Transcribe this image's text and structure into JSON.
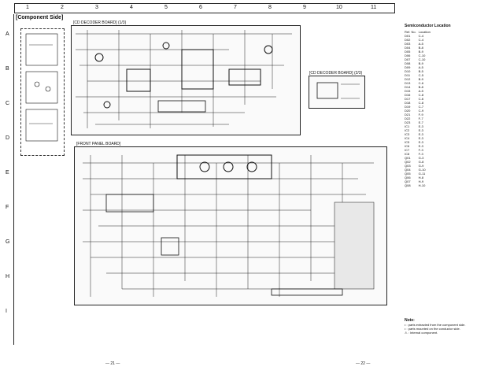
{
  "grid": {
    "columns": [
      "1",
      "2",
      "3",
      "4",
      "5",
      "6",
      "7",
      "8",
      "9",
      "10",
      "11"
    ],
    "rows": [
      "A",
      "B",
      "C",
      "D",
      "E",
      "F",
      "G",
      "H",
      "I"
    ]
  },
  "header": {
    "title": "[Component Side]"
  },
  "boards": {
    "cd_decoder_main": "[CD DECODER BOARD] (1/3)",
    "cd_decoder_sub": "[CD DECODER BOARD] (2/3)",
    "front_panel": "[FRONT PANEL BOARD]"
  },
  "side_table": {
    "title": "Semiconductor Location",
    "col1": "Ref. No.",
    "col2": "Location",
    "rows": [
      [
        "D01",
        "C-4"
      ],
      [
        "D02",
        "C-4"
      ],
      [
        "D03",
        "A-5"
      ],
      [
        "D04",
        "B-8"
      ],
      [
        "D05",
        "B-9"
      ],
      [
        "D06",
        "C-10"
      ],
      [
        "D07",
        "C-10"
      ],
      [
        "D08",
        "B-9"
      ],
      [
        "D09",
        "A-5"
      ],
      [
        "D10",
        "B-5"
      ],
      [
        "D11",
        "C-5"
      ],
      [
        "D12",
        "B-9"
      ],
      [
        "D13",
        "C-6"
      ],
      [
        "D14",
        "B-8"
      ],
      [
        "D15",
        "A-5"
      ],
      [
        "D16",
        "C-8"
      ],
      [
        "D17",
        "C-6"
      ],
      [
        "D18",
        "C-8"
      ],
      [
        "D19",
        "C-7"
      ],
      [
        "D20",
        "C-9"
      ],
      [
        "D21",
        "F-9"
      ],
      [
        "D22",
        "F-7"
      ],
      [
        "D23",
        "E-7"
      ],
      [
        "IC1",
        "E-3"
      ],
      [
        "IC2",
        "E-3"
      ],
      [
        "IC3",
        "E-3"
      ],
      [
        "IC4",
        "E-3"
      ],
      [
        "IC5",
        "E-3"
      ],
      [
        "IC6",
        "E-3"
      ],
      [
        "IC7",
        "F-3"
      ],
      [
        "IC8",
        "F-3"
      ],
      [
        "Q01",
        "G-3"
      ],
      [
        "Q02",
        "G-8"
      ],
      [
        "Q03",
        "G-9"
      ],
      [
        "Q04",
        "G-10"
      ],
      [
        "Q05",
        "G-11"
      ],
      [
        "Q06",
        "H-8"
      ],
      [
        "Q07",
        "H-9"
      ],
      [
        "Q08",
        "H-10"
      ]
    ]
  },
  "note": {
    "heading": "Note:",
    "lines": [
      "• : parts extracted from the component side.",
      "• : parts mounted on the conductor side.",
      "⚠ : Internal component."
    ]
  },
  "page_numbers": {
    "left": "— 21 —",
    "right": "— 22 —"
  }
}
